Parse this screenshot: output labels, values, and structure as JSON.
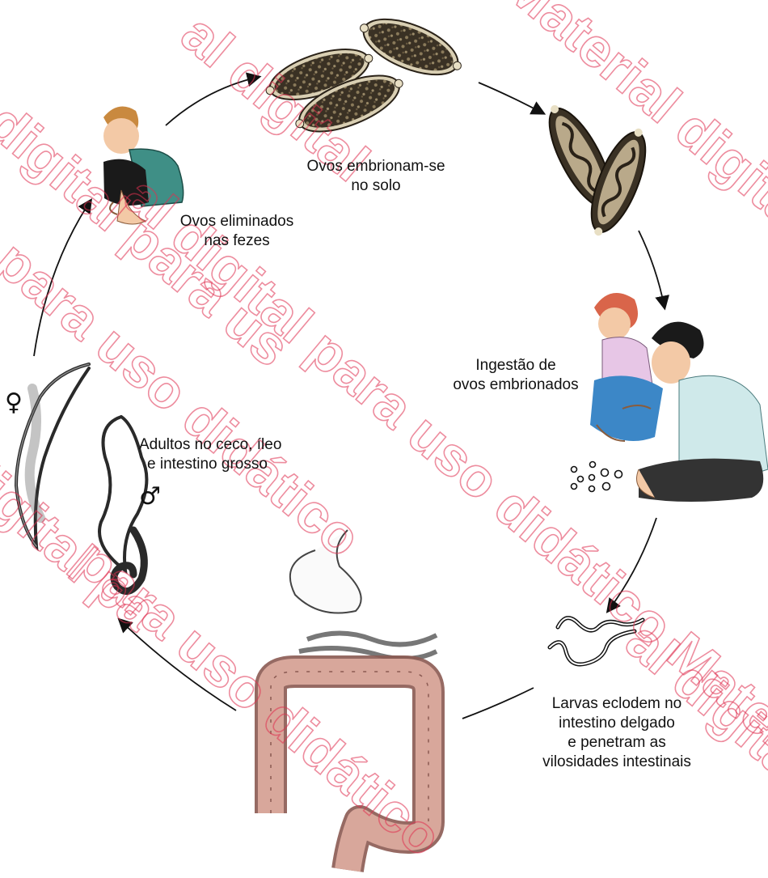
{
  "diagram": {
    "type": "life-cycle",
    "stages": [
      {
        "id": "eliminated",
        "lines": [
          "Ovos eliminados",
          "nas fezes"
        ]
      },
      {
        "id": "embryonate",
        "lines": [
          "Ovos embrionam-se",
          "no solo"
        ]
      },
      {
        "id": "ingestion",
        "lines": [
          "Ingestão de",
          "ovos embrionados"
        ]
      },
      {
        "id": "larvae",
        "lines": [
          "Larvas eclodem no",
          "intestino delgado",
          "e penetram as",
          "vilosidades intestinais"
        ]
      },
      {
        "id": "adults",
        "lines": [
          "Adultos no ceco, íleo",
          "e intestino grosso"
        ]
      }
    ],
    "symbols": {
      "female": "♀",
      "male": "♂"
    }
  },
  "watermark": {
    "lines": [
      "al digital",
      "digital para us",
      "para uso didático",
      "al digital para uso didático Materi",
      "para uso didático",
      "Material digital para",
      "digital pa",
      "al digital"
    ],
    "color": "#e03050"
  },
  "colors": {
    "ink": "#111111",
    "egg_shell": "#5a4a32",
    "skin": "#f3c9a6",
    "shirt_teal": "#3f8f86",
    "intestine": "#cf9b8f"
  }
}
